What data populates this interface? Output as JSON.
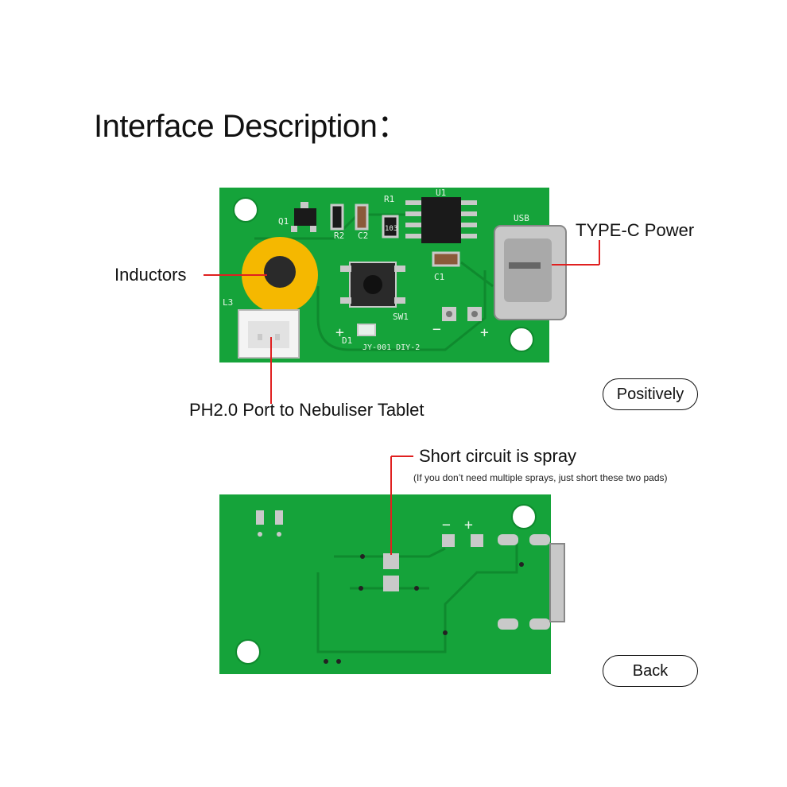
{
  "title": "Interface Description：",
  "callouts": {
    "inductors": "Inductors",
    "type_c": "TYPE-C Power",
    "ph2_port": "PH2.0 Port to Nebuliser Tablet",
    "short_circuit": "Short circuit is spray",
    "short_circuit_note": "(If you don’t need multiple sprays, just short these two pads)"
  },
  "sides": {
    "front": "Positively",
    "back": "Back"
  },
  "silkscreen": {
    "q1": "Q1",
    "r1": "R1",
    "r2": "R2",
    "c2": "C2",
    "c1": "C1",
    "u1": "U1",
    "usb": "USB",
    "l3": "L3",
    "sw1": "SW1",
    "d1": "D1",
    "board_id": "JY-001 DIY-2",
    "minus": "−",
    "plus": "+",
    "r103": "103"
  },
  "colors": {
    "pcb": "#15a33a",
    "pcb_dark": "#0f8a2e",
    "callout_line": "#e02020",
    "inductor": "#f5b800",
    "pad": "#c9c9c9"
  }
}
